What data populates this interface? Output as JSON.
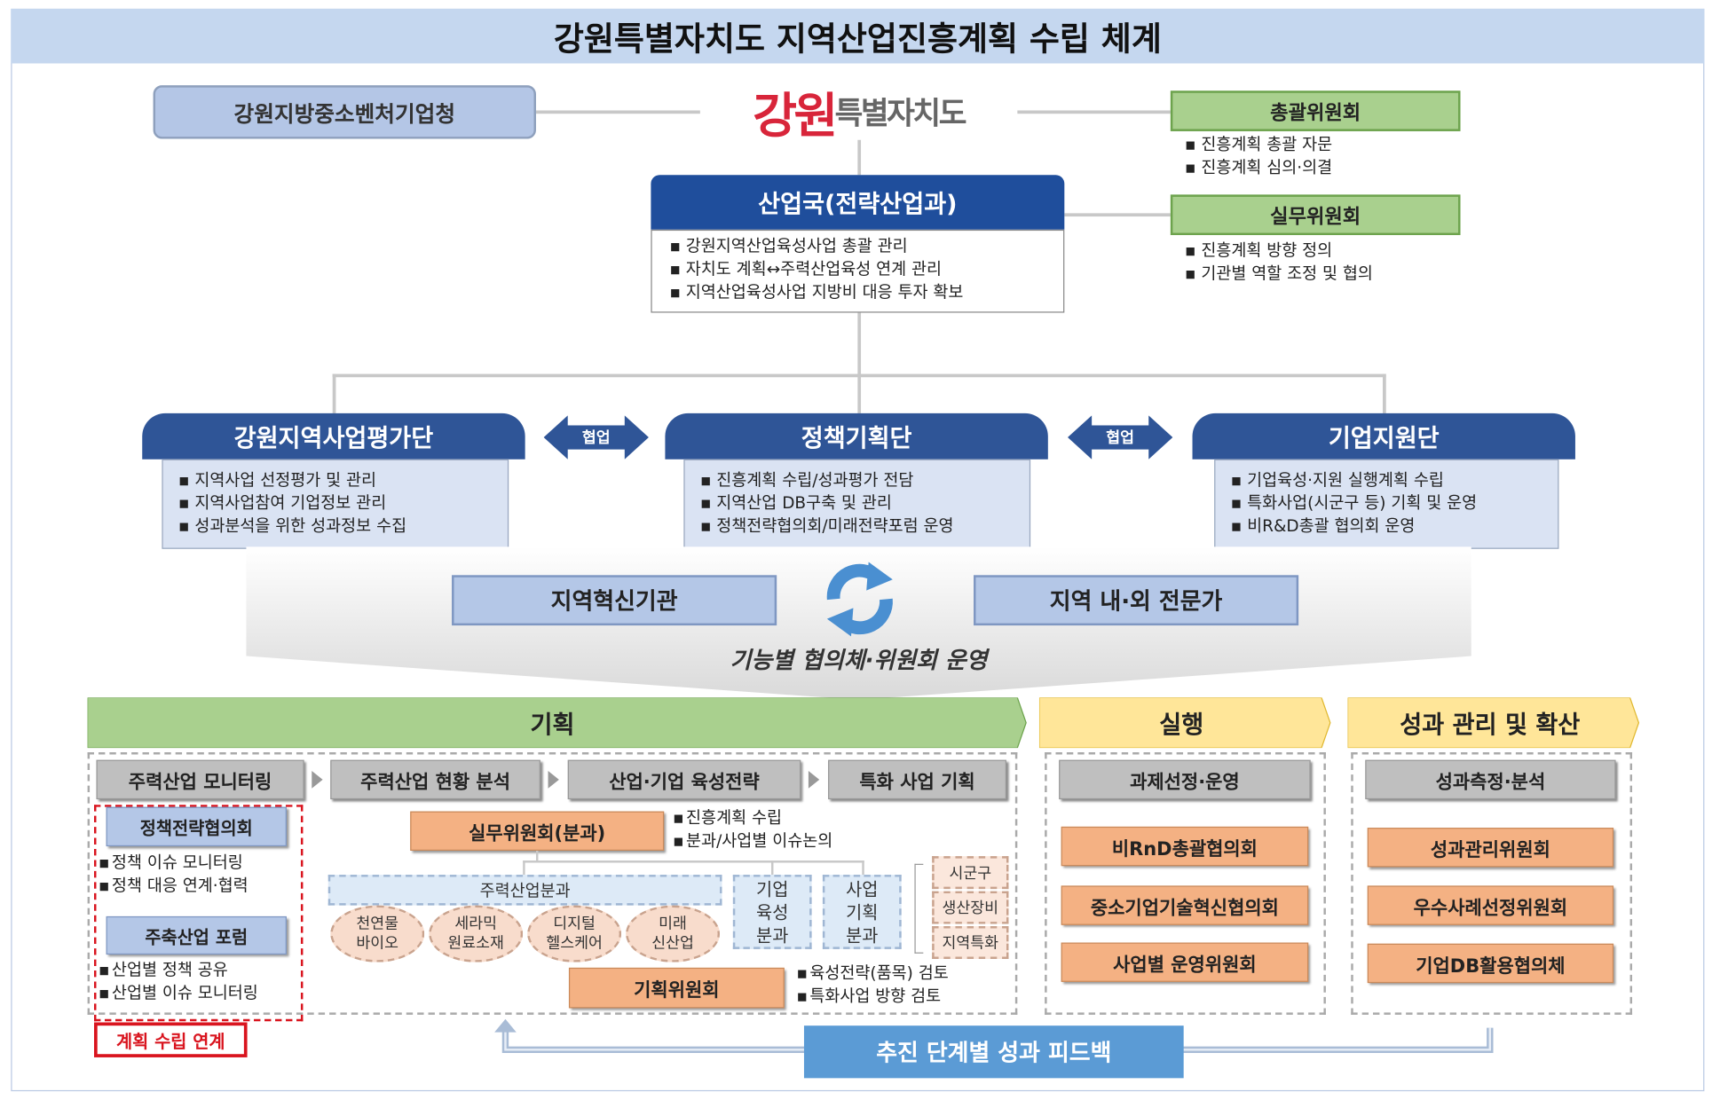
{
  "title": "강원특별자치도 지역산업진흥계획 수립 체계",
  "top": {
    "smba": "강원지방중소벤처기업청",
    "logo": {
      "part1": "강",
      "part2": "원",
      "part3": "특별자치도"
    },
    "general_committee": {
      "label": "총괄위원회",
      "bullets": [
        "진흥계획 총괄 자문",
        "진흥계획 심의·의결"
      ]
    },
    "working_committee": {
      "label": "실무위원회",
      "bullets": [
        "진흥계획 방향 정의",
        "기관별 역할 조정 및 협의"
      ]
    },
    "department": {
      "label": "산업국(전략산업과)",
      "bullets": [
        "강원지역산업육성사업 총괄 관리",
        "자치도 계획↔주력산업육성 연계 관리",
        "지역산업육성사업 지방비 대응 투자 확보"
      ]
    }
  },
  "groups": [
    {
      "label": "강원지역사업평가단",
      "bullets": [
        "지역사업 선정평가 및 관리",
        "지역사업참여 기업정보 관리",
        "성과분석을 위한 성과정보 수집"
      ]
    },
    {
      "label": "정책기획단",
      "bullets": [
        "진흥계획 수립/성과평가 전담",
        "지역산업 DB구축 및 관리",
        "정책전략협의회/미래전략포럼 운영"
      ]
    },
    {
      "label": "기업지원단",
      "bullets": [
        "기업육성·지원 실행계획 수립",
        "특화사업(시군구 등) 기획 및 운영",
        "비R&D총괄 협의회 운영"
      ]
    }
  ],
  "collab_label": "협업",
  "middle": {
    "left": "지역혁신기관",
    "right": "지역 내·외 전문가",
    "caption": "기능별 협의체·위원회 운영"
  },
  "phases": [
    "기획",
    "실행",
    "성과 관리 및 확산"
  ],
  "planning": {
    "steps": [
      "주력산업 모니터링",
      "주력산업 현황 분석",
      "산업·기업 육성전략",
      "특화 사업 기획"
    ],
    "policy_council": {
      "label": "정책전략협의회",
      "bullets": [
        "정책 이슈 모니터링",
        "정책 대응 연계·협력"
      ]
    },
    "forum": {
      "label": "주축산업 포럼",
      "bullets": [
        "산업별 정책 공유",
        "산업별 이슈 모니터링"
      ]
    },
    "link_label": "계획 수립 연계",
    "working_sub": {
      "label": "실무위원회(분과)",
      "bullets": [
        "진흥계획 수립",
        "분과/사업별 이슈논의"
      ]
    },
    "main_industry": "주력산업분과",
    "industries": [
      [
        "천연물",
        "바이오"
      ],
      [
        "세라믹",
        "원료소재"
      ],
      [
        "디지털",
        "헬스케어"
      ],
      [
        "미래",
        "신산업"
      ]
    ],
    "corp_sub": [
      "기업",
      "육성",
      "분과"
    ],
    "biz_sub": [
      "사업",
      "기획",
      "분과"
    ],
    "regional": [
      "시군구",
      "생산장비",
      "지역특화"
    ],
    "planning_committee": {
      "label": "기획위원회",
      "bullets": [
        "육성전략(품목) 검토",
        "특화사업 방향 검토"
      ]
    }
  },
  "execution": {
    "step": "과제선정·운영",
    "items": [
      "비RnD총괄협의회",
      "중소기업기술혁신협의회",
      "사업별 운영위원회"
    ]
  },
  "performance": {
    "step": "성과측정·분석",
    "items": [
      "성과관리위원회",
      "우수사례선정위원회",
      "기업DB활용협의체"
    ]
  },
  "feedback": "추진 단계별 성과 피드백",
  "colors": {
    "title_bg": "#c5d7ef",
    "navy": "#1f4e9c",
    "green": "#a9d08e",
    "yellow": "#ffe699",
    "orange": "#f4b183",
    "feedback": "#5b9bd5"
  }
}
